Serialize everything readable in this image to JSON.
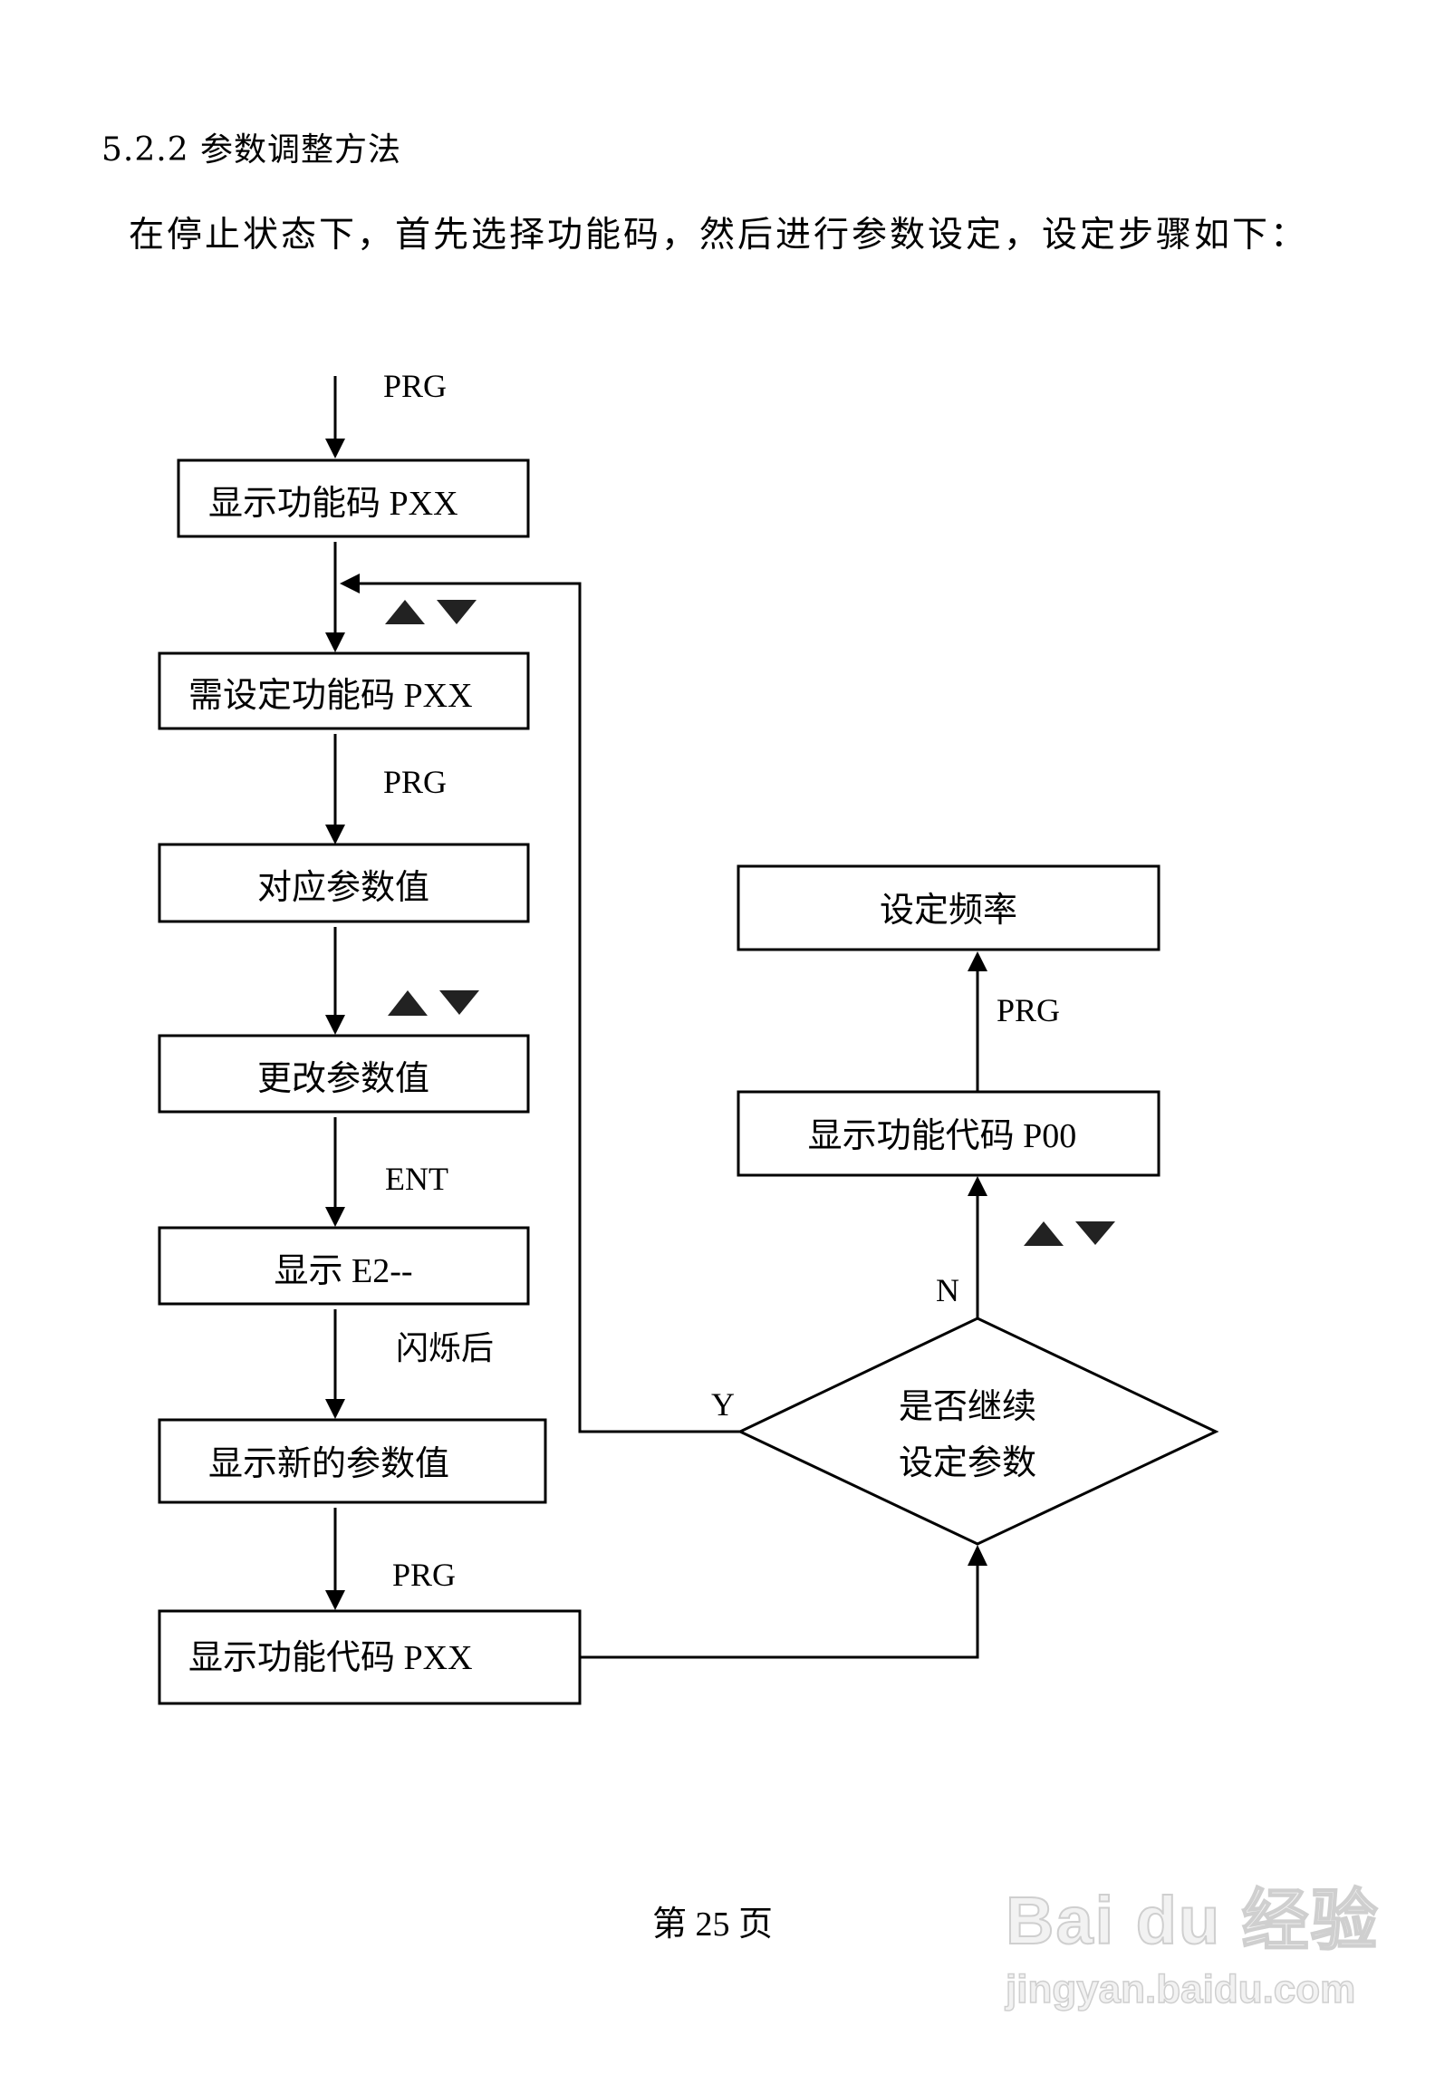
{
  "section": {
    "heading": "5.2.2 参数调整方法",
    "intro": "在停止状态下，首先选择功能码，然后进行参数设定，设定步骤如下："
  },
  "flowchart": {
    "nodes": {
      "show_code": "显示功能码 PXX",
      "select_code": "需设定功能码 PXX",
      "param_value": "对应参数值",
      "change_value": "更改参数值",
      "show_e2": "显示 E2--",
      "show_new_value": "显示新的参数值",
      "show_code_pxx": "显示功能代码 PXX",
      "decision": [
        "是否继续",
        "设定参数"
      ],
      "show_code_p00": "显示功能代码 P00",
      "set_frequency": "设定频率"
    },
    "edge_labels": {
      "entry": "PRG",
      "to_param_value": "PRG",
      "to_show_e2": "ENT",
      "to_new_value": "闪烁后",
      "to_show_code_pxx": "PRG",
      "yes": "Y",
      "no": "N",
      "to_set_frequency": "PRG"
    },
    "key_icons": [
      "up-triangle-key",
      "down-triangle-key"
    ]
  },
  "footer": {
    "page_number": "第 25 页"
  },
  "watermark": {
    "brand": "Bai du 经验",
    "url": "jingyan.baidu.com"
  }
}
